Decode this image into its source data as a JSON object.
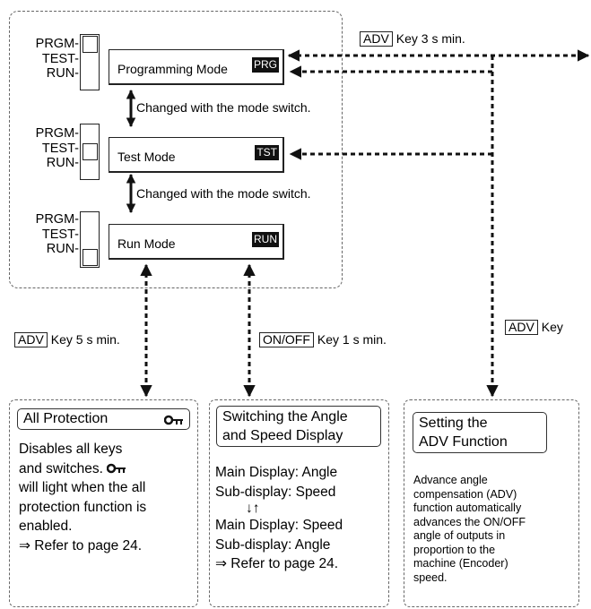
{
  "switch_positions": [
    "PRGM-",
    "TEST-",
    "RUN-"
  ],
  "modes": [
    {
      "label": "Programming Mode",
      "badge": "PRG"
    },
    {
      "label": "Test Mode",
      "badge": "TST"
    },
    {
      "label": "Run Mode",
      "badge": "RUN"
    }
  ],
  "changed_label": "Changed with the mode switch.",
  "keys": {
    "adv_3s": {
      "key": "ADV",
      "text": "Key 3 s min."
    },
    "adv_5s": {
      "key": "ADV",
      "text": "Key 5 s min."
    },
    "onoff_1s": {
      "key": "ON/OFF",
      "text": "Key 1 s min."
    },
    "adv": {
      "key": "ADV",
      "text": "Key"
    }
  },
  "boxes": {
    "protection": {
      "title": "All Protection",
      "lines": [
        "Disables all keys",
        "and switches.",
        "will light when the all",
        "protection function is",
        "enabled.",
        "⇒ Refer to page 24."
      ]
    },
    "switching": {
      "title_line1": "Switching the Angle",
      "title_line2": "and Speed Display",
      "lines": [
        "Main Display: Angle",
        "Sub-display: Speed",
        "↓↑",
        "Main Display: Speed",
        "Sub-display: Angle",
        "⇒ Refer to page 24."
      ]
    },
    "adv_function": {
      "title_line1": "Setting the",
      "title_line2": "ADV Function",
      "lines": [
        "Advance angle",
        "compensation (ADV)",
        "function automatically",
        "advances the ON/OFF",
        "angle of outputs in",
        "proportion to the",
        "machine (Encoder)",
        "speed."
      ]
    }
  },
  "icons": {
    "protection_key": "key-icon"
  }
}
